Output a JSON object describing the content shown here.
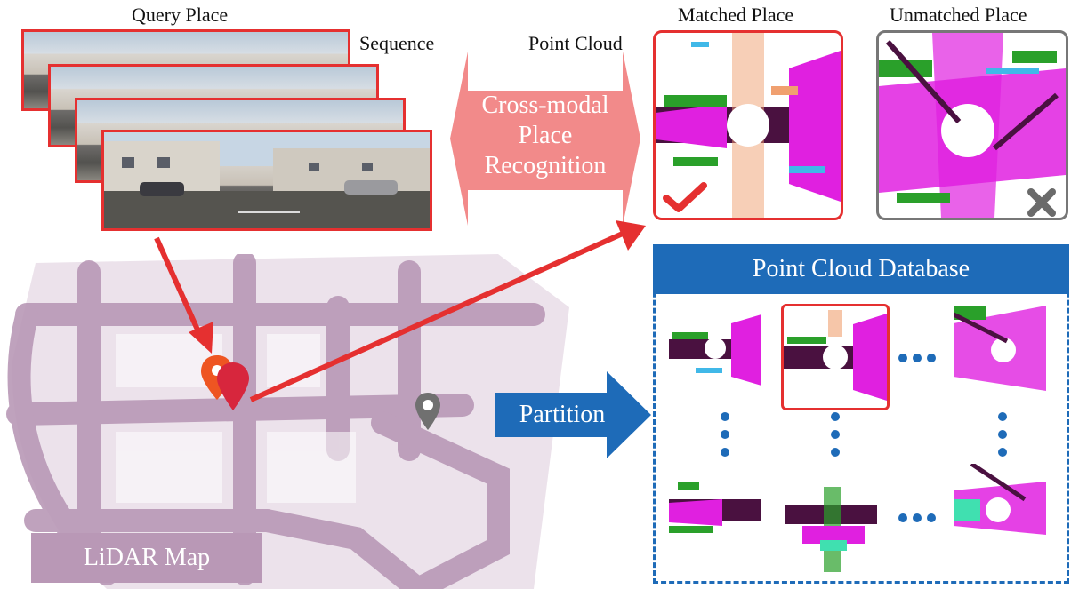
{
  "labels": {
    "query_place": "Query Place",
    "sequence": "Sequence",
    "point_cloud": "Point Cloud",
    "matched_place": "Matched Place",
    "unmatched_place": "Unmatched Place",
    "cross_modal": [
      "Cross-modal",
      "Place",
      "Recognition"
    ],
    "database_title": "Point Cloud Database",
    "partition": "Partition",
    "lidar_map": "LiDAR Map"
  },
  "colors": {
    "red": "#e53030",
    "blue": "#1e6bb8",
    "salmon": "#f28a8a",
    "map_purple": "#b998b6",
    "lidar_label_bg": "#b998b6",
    "magenta": "#e020e0",
    "dark_purple": "#4a1140",
    "green": "#2aa02a",
    "orange": "#f0a070",
    "cyan": "#40b8e8",
    "gray_pin": "#707070"
  },
  "icons": {
    "check": "check-icon",
    "cross": "x-icon",
    "pin_query": "map-pin-icon",
    "pin_other": "map-pin-icon"
  }
}
